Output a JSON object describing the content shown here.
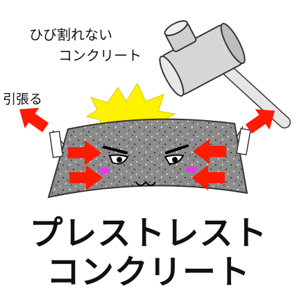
{
  "labels": {
    "uncracked_line1": "ひび割れない",
    "uncracked_line2": "コンクリート",
    "tension": "引張る"
  },
  "title": {
    "line1": "プレストレスト",
    "line2": "コンクリート"
  },
  "colors": {
    "concrete": "#8a8a8a",
    "arrow": "#ff1a00",
    "burst": "#fff200",
    "hammer": "#d9d9d9",
    "cheek": "#e040e0"
  }
}
